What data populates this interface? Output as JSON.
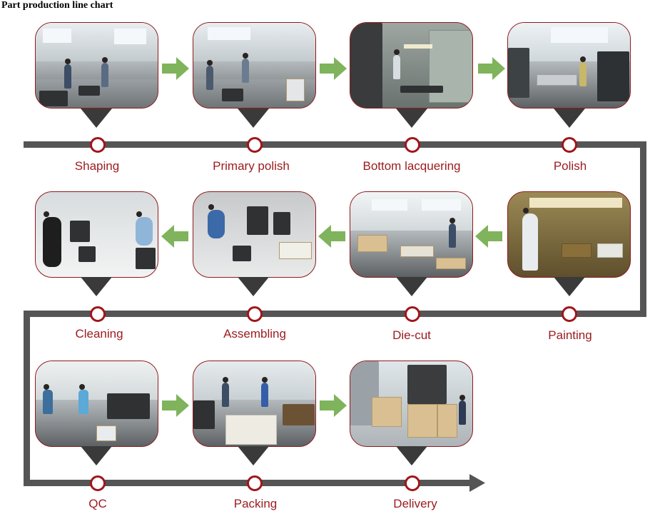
{
  "title": "Part production line chart",
  "colors": {
    "accent": "#9b1b1f",
    "track": "#555555",
    "arrow": "#7fb35c",
    "pointer": "#3a3a3a"
  },
  "steps": [
    {
      "label": "Shaping"
    },
    {
      "label": "Primary polish"
    },
    {
      "label": "Bottom lacquering"
    },
    {
      "label": "Polish"
    },
    {
      "label": "Painting"
    },
    {
      "label": "Die-cut"
    },
    {
      "label": "Assembling"
    },
    {
      "label": "Cleaning"
    },
    {
      "label": "QC"
    },
    {
      "label": "Packing"
    },
    {
      "label": "Delivery"
    }
  ]
}
